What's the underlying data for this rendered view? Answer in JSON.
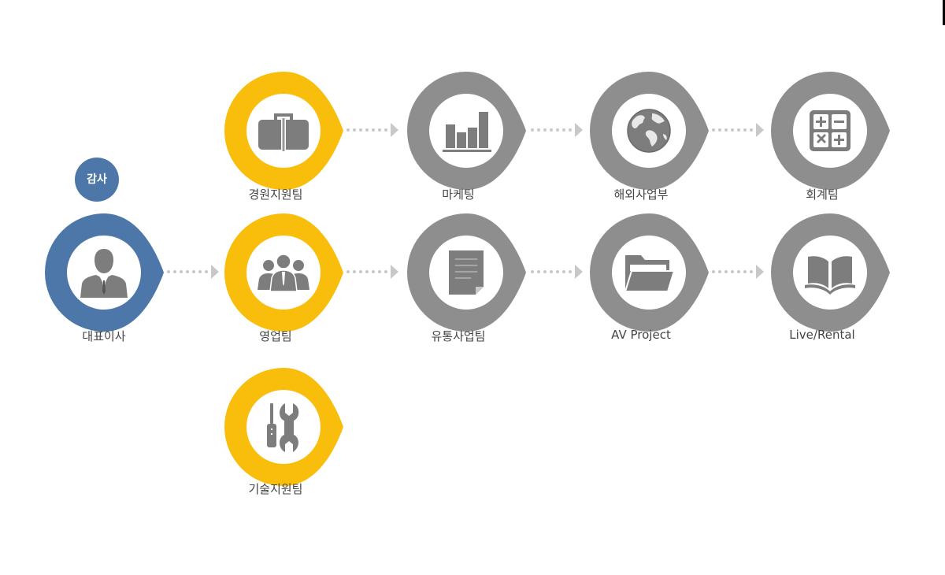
{
  "colors": {
    "blue": "#4c77a8",
    "yellow": "#f9bd0b",
    "gray": "#8e8e8e",
    "icon_gray": "#7d7d7d",
    "connector": "#c8c8c8"
  },
  "audit": {
    "label": "감사"
  },
  "nodes": [
    {
      "id": "ceo",
      "label": "대표이사",
      "color": "blue",
      "icon": "person-icon"
    },
    {
      "id": "mgmt",
      "label": "경원지원팀",
      "color": "yellow",
      "icon": "briefcase-icon"
    },
    {
      "id": "sales",
      "label": "영업팀",
      "color": "yellow",
      "icon": "team-icon"
    },
    {
      "id": "tech",
      "label": "기술지원팀",
      "color": "yellow",
      "icon": "tools-icon"
    },
    {
      "id": "marketing",
      "label": "마케팅",
      "color": "gray",
      "icon": "bar-chart-icon"
    },
    {
      "id": "overseas",
      "label": "해외사업부",
      "color": "gray",
      "icon": "globe-icon"
    },
    {
      "id": "accounting",
      "label": "회계팀",
      "color": "gray",
      "icon": "calculator-icon"
    },
    {
      "id": "distribution",
      "label": "유통사업팀",
      "color": "gray",
      "icon": "document-icon"
    },
    {
      "id": "av",
      "label": "AV Project",
      "color": "gray",
      "icon": "folder-icon"
    },
    {
      "id": "live",
      "label": "Live/Rental",
      "color": "gray",
      "icon": "book-icon"
    }
  ]
}
